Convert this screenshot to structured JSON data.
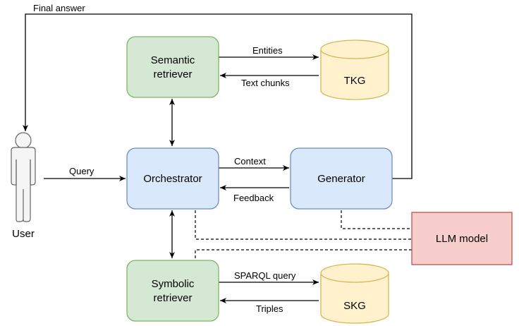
{
  "colors": {
    "green_fill": "#d5e8d4",
    "green_stroke": "#82b366",
    "blue_fill": "#dae8fc",
    "blue_stroke": "#6c8ebf",
    "yellow_fill": "#fff2cc",
    "yellow_stroke": "#d6b656",
    "red_fill": "#f8cecc",
    "red_stroke": "#b85450",
    "user_fill": "#f5f5f5",
    "user_stroke": "#666666",
    "edge": "#000000"
  },
  "nodes": {
    "semantic_retriever": {
      "line1": "Semantic",
      "line2": "retriever"
    },
    "orchestrator": {
      "label": "Orchestrator"
    },
    "generator": {
      "label": "Generator"
    },
    "symbolic_retriever": {
      "line1": "Symbolic",
      "line2": "retriever"
    },
    "tkg": {
      "label": "TKG"
    },
    "skg": {
      "label": "SKG"
    },
    "llm_model": {
      "label": "LLM model"
    },
    "user": {
      "label": "User"
    }
  },
  "edges": {
    "final_answer": "Final answer",
    "entities": "Entities",
    "text_chunks": "Text chunks",
    "query": "Query",
    "context": "Context",
    "feedback": "Feedback",
    "sparql_query": "SPARQL query",
    "triples": "Triples"
  }
}
